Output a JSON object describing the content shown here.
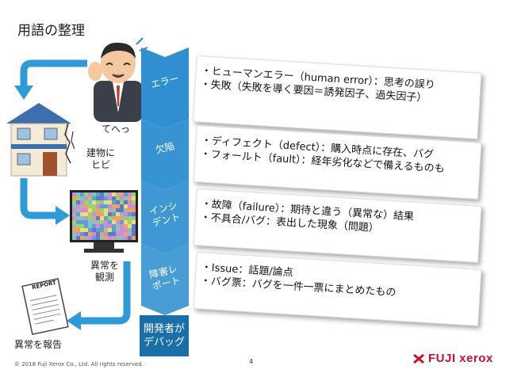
{
  "title": "用語の整理",
  "person_caption": "てへっ",
  "building_caption": "建物に\nヒビ",
  "tv_caption": "異常を\n観測",
  "report_caption": "異常を報告",
  "report_doc_title": "REPORT",
  "stages": [
    {
      "label": "エラー",
      "lines": [
        "・ヒューマンエラー（human error）：思考の誤り",
        "・失敗（失敗を導く要因＝誘発因子、過失因子）"
      ]
    },
    {
      "label": "欠陥",
      "lines": [
        "・ディフェクト（defect）：購入時点に存在、バグ",
        "・フォールト（fault）：経年劣化などで備えるものも"
      ]
    },
    {
      "label": "インシ\nデント",
      "lines": [
        "・故障（failure）：期待と違う（異常な）結果",
        "・不具合/バグ：表出した現象（問題）"
      ]
    },
    {
      "label": "障害レ\nポート",
      "lines": [
        "・Issue：話題/論点",
        "・バグ票：バグを一件一票にまとめたもの"
      ]
    }
  ],
  "final_box": "開発者が\nデバッグ",
  "footer": "© 2018 Fuji Xerox Co., Ltd. All rights reserved.",
  "page_number": "4",
  "logo_text": "FUJI xerox",
  "colors": {
    "chevron": "#2f8fd0",
    "final_box": "#1a6fa8",
    "arrow": "#2f9ad8",
    "logo": "#c8102e"
  }
}
